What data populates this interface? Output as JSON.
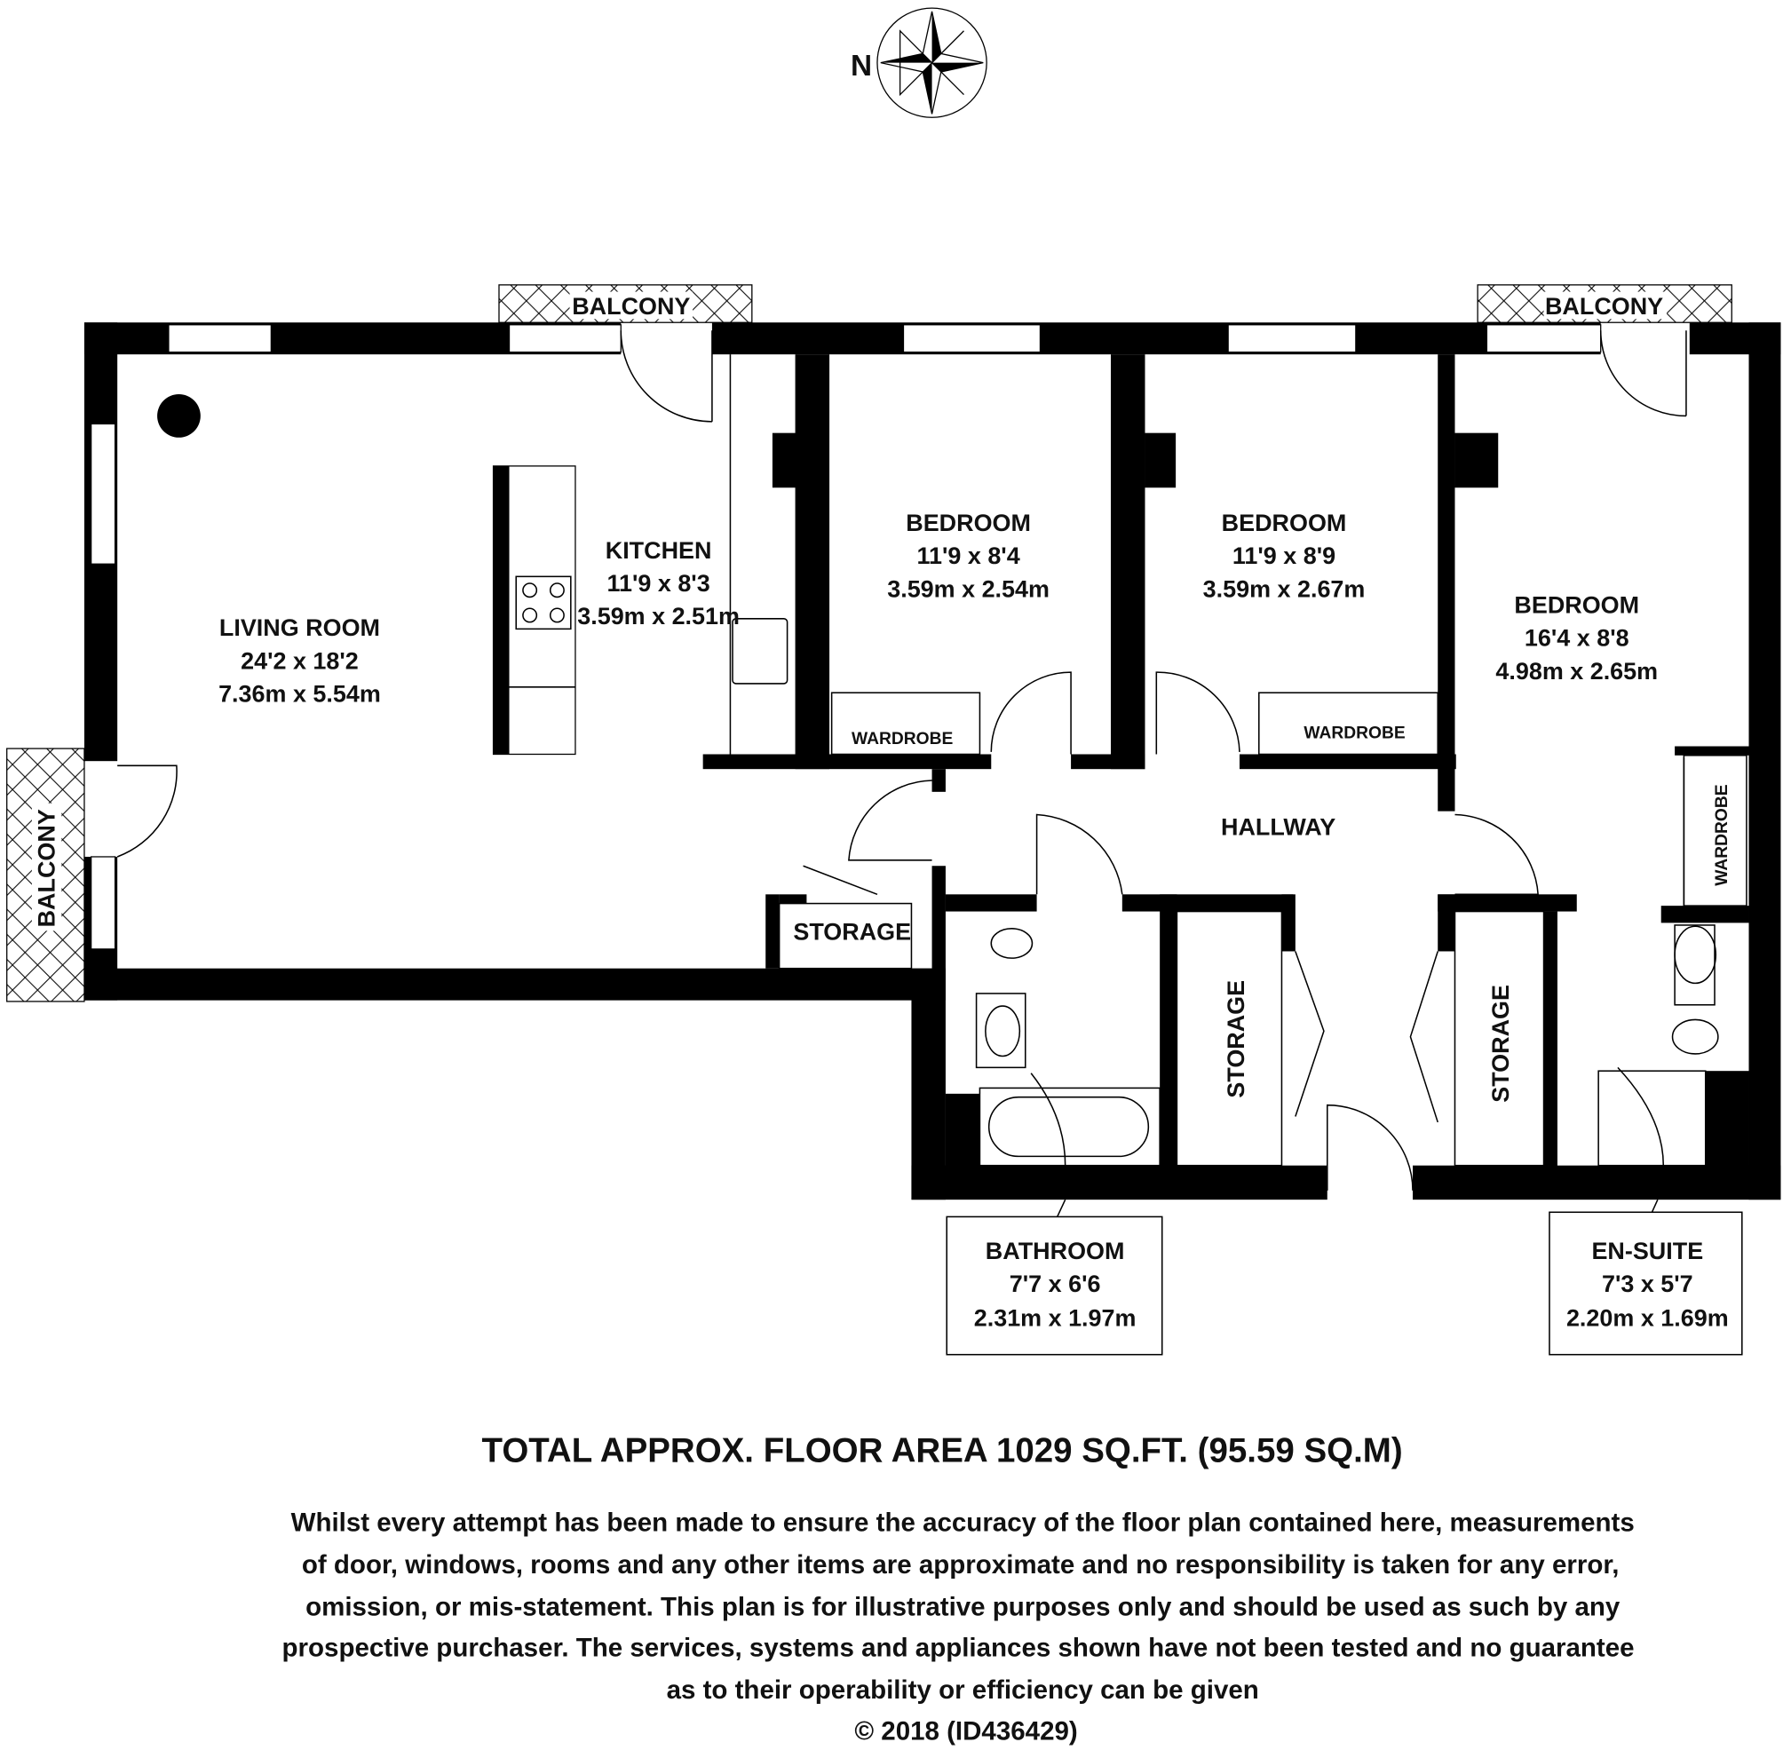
{
  "compass": {
    "north_label": "N"
  },
  "balconies": [
    "BALCONY",
    "BALCONY",
    "BALCONY"
  ],
  "rooms": {
    "living": {
      "name": "LIVING ROOM",
      "imperial": "24'2 x 18'2",
      "metric": "7.36m x 5.54m"
    },
    "kitchen": {
      "name": "KITCHEN",
      "imperial": "11'9 x 8'3",
      "metric": "3.59m x 2.51m"
    },
    "bedroom1": {
      "name": "BEDROOM",
      "imperial": "11'9 x 8'4",
      "metric": "3.59m x 2.54m"
    },
    "bedroom2": {
      "name": "BEDROOM",
      "imperial": "11'9 x 8'9",
      "metric": "3.59m x 2.67m"
    },
    "bedroom3": {
      "name": "BEDROOM",
      "imperial": "16'4 x 8'8",
      "metric": "4.98m x 2.65m"
    },
    "hallway": {
      "name": "HALLWAY"
    },
    "bathroom": {
      "name": "BATHROOM",
      "imperial": "7'7 x 6'6",
      "metric": "2.31m x 1.97m"
    },
    "ensuite": {
      "name": "EN-SUITE",
      "imperial": "7'3 x 5'7",
      "metric": "2.20m x 1.69m"
    }
  },
  "fixtures": {
    "wardrobe": "WARDROBE",
    "storage": "STORAGE"
  },
  "footer": {
    "total_area": "TOTAL APPROX. FLOOR AREA 1029 SQ.FT. (95.59 SQ.M)",
    "disclaimer": [
      "Whilst every attempt has been made to ensure the accuracy of the floor plan contained here, measurements",
      "of door, windows, rooms and any other items are approximate and no responsibility is taken for any error,",
      "omission, or mis-statement. This plan is for illustrative purposes only and should be used as such by any",
      "prospective purchaser. The services, systems and appliances shown have not been tested and no guarantee",
      "as to their operability or efficiency can be given"
    ],
    "copyright": "© 2018 (ID436429)"
  }
}
